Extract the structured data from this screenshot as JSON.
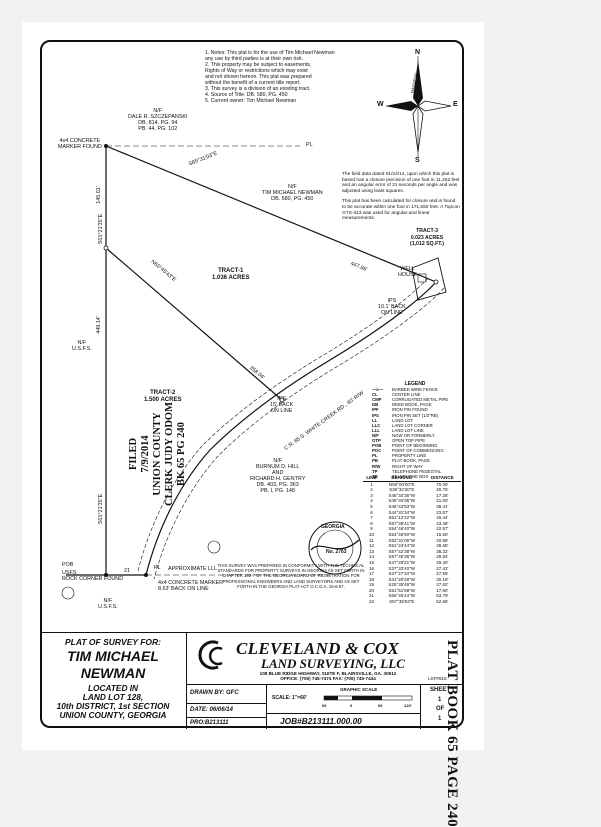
{
  "notes": [
    "1. Notes: This plat is for the use of Tim Michael Newman",
    "   any use by third parties is at their own risk.",
    "2. This property may be subject to easements,",
    "   Rights of Way or restrictions which may exist",
    "   and not shown hereon. This plat was prepared",
    "   without the benefit of a current title report.",
    "3. This survey is a division of an existing tract.",
    "4. Source of Title: DB. 580, PG. 450",
    "5. Current owner: Tim Michael Newman"
  ],
  "field_note": [
    "The field data dated 01/24/14, upon which this plat is based has a closure precision of one foot in 11,252 feet and an angular error of 21 seconds per angle and was adjusted using least squares.",
    "This plat has been calculated for closure and is found to be accurate within one foot in 171,550 feet. A Topcon GTS-313 was used for angular and linear measurements."
  ],
  "compass": {
    "n": "N",
    "s": "S",
    "e": "E",
    "w": "W",
    "label": "MAGNETIC"
  },
  "owners": {
    "north": {
      "lines": [
        "N/F",
        "DALE R. SZCZEPANSKI",
        "DB. 814, PG. 94",
        "PB. 44, PG. 102"
      ]
    },
    "newman": {
      "lines": [
        "N/F",
        "TIM MICHAEL NEWMAN",
        "DB. 580, PG. 450"
      ]
    },
    "west": {
      "lines": [
        "N/F",
        "U.S.F.S."
      ]
    },
    "southwest": {
      "lines": [
        "N/F",
        "U.S.F.S."
      ]
    },
    "south": {
      "lines": [
        "N/F",
        "BURNUM D. HILL",
        "AND",
        "RICHARD H. GENTRY",
        "DB. 403, PG. 363",
        "PB. I, PG. 148"
      ]
    }
  },
  "tracts": {
    "tract1": [
      "TRACT-1",
      "1.036 ACRES"
    ],
    "tract2": [
      "TRACT-2",
      "1.500 ACRES"
    ],
    "tract3": [
      "TRACT-3",
      "0.023 ACRES",
      "(1,012 SQ.FT.)"
    ]
  },
  "markers": {
    "concrete_top": [
      "4x4 CONCRETE",
      "MARKER FOUND"
    ],
    "concrete_bottom": [
      "4x4 CONCRETE MARKER",
      "8.63' BACK ON LINE"
    ],
    "usfs_rock": [
      "USFS",
      "ROCK CORNER FOUND"
    ],
    "approx_lll": "APPROXIMATE LLL",
    "pl_top": "PL",
    "pl_bottom": "PL",
    "pob": "POB",
    "ips_back_1": [
      "IPS",
      "15' BACK",
      "ON LINE"
    ],
    "ips_back_2": [
      "IPS",
      "10.1' BACK",
      "ON LINE"
    ],
    "well": [
      "WELL",
      "HOUSE"
    ],
    "road": "C.R. 85 S. WHITE CREEK RD., 60' R/W"
  },
  "bearings": {
    "b1": "S65°31'03\"E",
    "b2": "N65°45'43\"E",
    "d1": "447.86'",
    "d2": "358.04'",
    "west_top": "145.01'",
    "west_top_brg": "S01°21'35\"E",
    "west_mid": "449.14'",
    "west_bot_brg": "S01°21'35\"E",
    "d_bottom": "21"
  },
  "legend": {
    "title": "LEGEND",
    "rows": [
      [
        "—x—",
        "BARBED WIRE FENCE"
      ],
      [
        "CL",
        "CENTER LINE"
      ],
      [
        "CMP",
        "CORRUGATED METAL PIPE"
      ],
      [
        "DB",
        "DEED BOOK, PAGE"
      ],
      [
        "IPF",
        "IRON PIN FOUND"
      ],
      [
        "IPS",
        "IRON PIN SET (1/2\"RB)"
      ],
      [
        "LL",
        "LAND LOT"
      ],
      [
        "LLC",
        "LAND LOT CORNER"
      ],
      [
        "LLL",
        "LAND LOT LINE"
      ],
      [
        "N/F",
        "NOW OR FORMERLY"
      ],
      [
        "OTP",
        "OPEN TOP PIPE"
      ],
      [
        "POB",
        "POINT OF BEGINNING"
      ],
      [
        "POC",
        "POINT OF COMMENCING"
      ],
      [
        "PL",
        "PROPERTY LINE"
      ],
      [
        "PB",
        "PLAT BOOK, PAGE"
      ],
      [
        "R/W",
        "RIGHT OF WAY"
      ],
      [
        "TP",
        "TELEPHONE PEDESTAL"
      ],
      [
        "TB",
        "TELEPHONE BOX"
      ]
    ]
  },
  "curve_table": {
    "headers": [
      "LINE",
      "BEARING",
      "DISTANCE"
    ],
    "rows": [
      [
        "1",
        "N50°00'00\"E",
        "70.00'"
      ],
      [
        "2",
        "S36°32'20\"E",
        "20.75'"
      ],
      [
        "3",
        "S45°34'35\"W",
        "17.28'"
      ],
      [
        "4",
        "S45°34'35\"W",
        "21.00'"
      ],
      [
        "5",
        "S46°43'53\"W",
        "38.41'"
      ],
      [
        "6",
        "S44°31'34\"W",
        "23.57'"
      ],
      [
        "7",
        "S51°12'22\"W",
        "40.44'"
      ],
      [
        "8",
        "S57°36'41\"W",
        "43.48'"
      ],
      [
        "9",
        "S54°46'40\"W",
        "22.57'"
      ],
      [
        "10",
        "S54°46'50\"W",
        "16.50'"
      ],
      [
        "11",
        "S52°31'06\"W",
        "40.98'"
      ],
      [
        "12",
        "S51°24'44\"W",
        "38.68'"
      ],
      [
        "13",
        "S57°42'38\"W",
        "38.32'"
      ],
      [
        "14",
        "S57°45'35\"W",
        "28.84'"
      ],
      [
        "15",
        "S47°29'21\"W",
        "29.40'"
      ],
      [
        "16",
        "S37°33'40\"W",
        "27.43'"
      ],
      [
        "17",
        "S37°27'34\"W",
        "27.59'"
      ],
      [
        "18",
        "S31°20'28\"W",
        "30.19'"
      ],
      [
        "19",
        "S25°35'49\"W",
        "27.62'"
      ],
      [
        "20",
        "S51°51'58\"W",
        "17.60'"
      ],
      [
        "21",
        "S66°45'44\"W",
        "63.79'"
      ],
      [
        "22",
        "S57°35'53\"E",
        "52.68'"
      ]
    ]
  },
  "filed_stamp": [
    "FILED",
    "7/9/2014",
    "UNION COUNTY",
    "CLERK JUDY ODOM",
    "BK 65    PG 240"
  ],
  "seal": {
    "text": "GEORGIA",
    "number": "No. 2763"
  },
  "disclaimer": "THIS SURVEY WAS PREPARED IN CONFORMITY WITH THE TECHNICAL STANDARDS FOR PROPERTY SURVEYS IN GEORGIA AS SET FORTH IN CHAPTER 180-7 OF THE GEORGIA BOARD OF REGISTRATION FOR PROFESSIONAL ENGINEERS AND LAND SURVEYORS AND AS SET FORTH IN THE GEORGIA PLAT ACT O.C.G.A. 15-6-67.",
  "title_block": {
    "heading": "PLAT OF SURVEY FOR:",
    "name_1": "TIM MICHAEL",
    "name_2": "NEWMAN",
    "loc": [
      "LOCATED IN",
      "LAND LOT 128,",
      "10th DISTRICT, 1st SECTION",
      "UNION COUNTY, GEORGIA"
    ],
    "firm_1": "CLEVELAND & COX",
    "firm_2": "LAND SURVEYING, LLC",
    "address_1": "108 BLUE RIDGE HIGHWAY, SUITE F, BLAIRSVILLE, GA. 30512",
    "address_2": "OFFICE: (706) 745-7474  FAX: (706) 745-7444",
    "lsf": "LSF#815",
    "drawn_by": "DRAWN BY: GFC",
    "date": "DATE: 06/06/14",
    "pro": "PRO:B213111",
    "scale": "SCALE: 1\"=60'",
    "graphic_scale": "GRAPHIC SCALE",
    "scale_ticks": [
      "60",
      "0",
      "60",
      "120'"
    ],
    "job": "JOB#B213111.000.00",
    "sheet": "SHEET",
    "sheet_no": "1",
    "of": "OF",
    "sheet_total": "1"
  },
  "plat_book": "PLAT BOOK 65  PAGE 240"
}
